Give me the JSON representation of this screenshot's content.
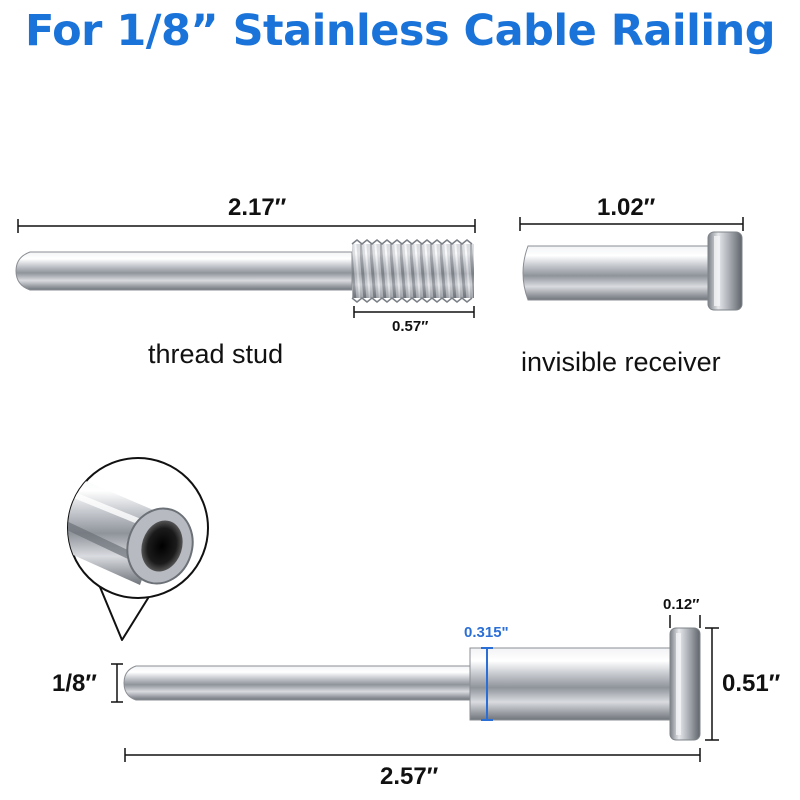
{
  "title": "For 1/8” Stainless Cable Railing",
  "colors": {
    "title": "#1a73d9",
    "accent": "#2b6fd6",
    "steel": "#b9bcc1",
    "line": "#111111"
  },
  "thread_stud": {
    "caption": "thread stud",
    "length_label": "2.17′′",
    "thread_label": "0.57′′"
  },
  "receiver": {
    "caption": "invisible receiver",
    "length_label": "1.02′′"
  },
  "assembly": {
    "diameter_label": "1/8′′",
    "length_label": "2.57′′",
    "height_label": "0.51″",
    "head_label": "0.12″",
    "inner_label": "0.315\""
  }
}
